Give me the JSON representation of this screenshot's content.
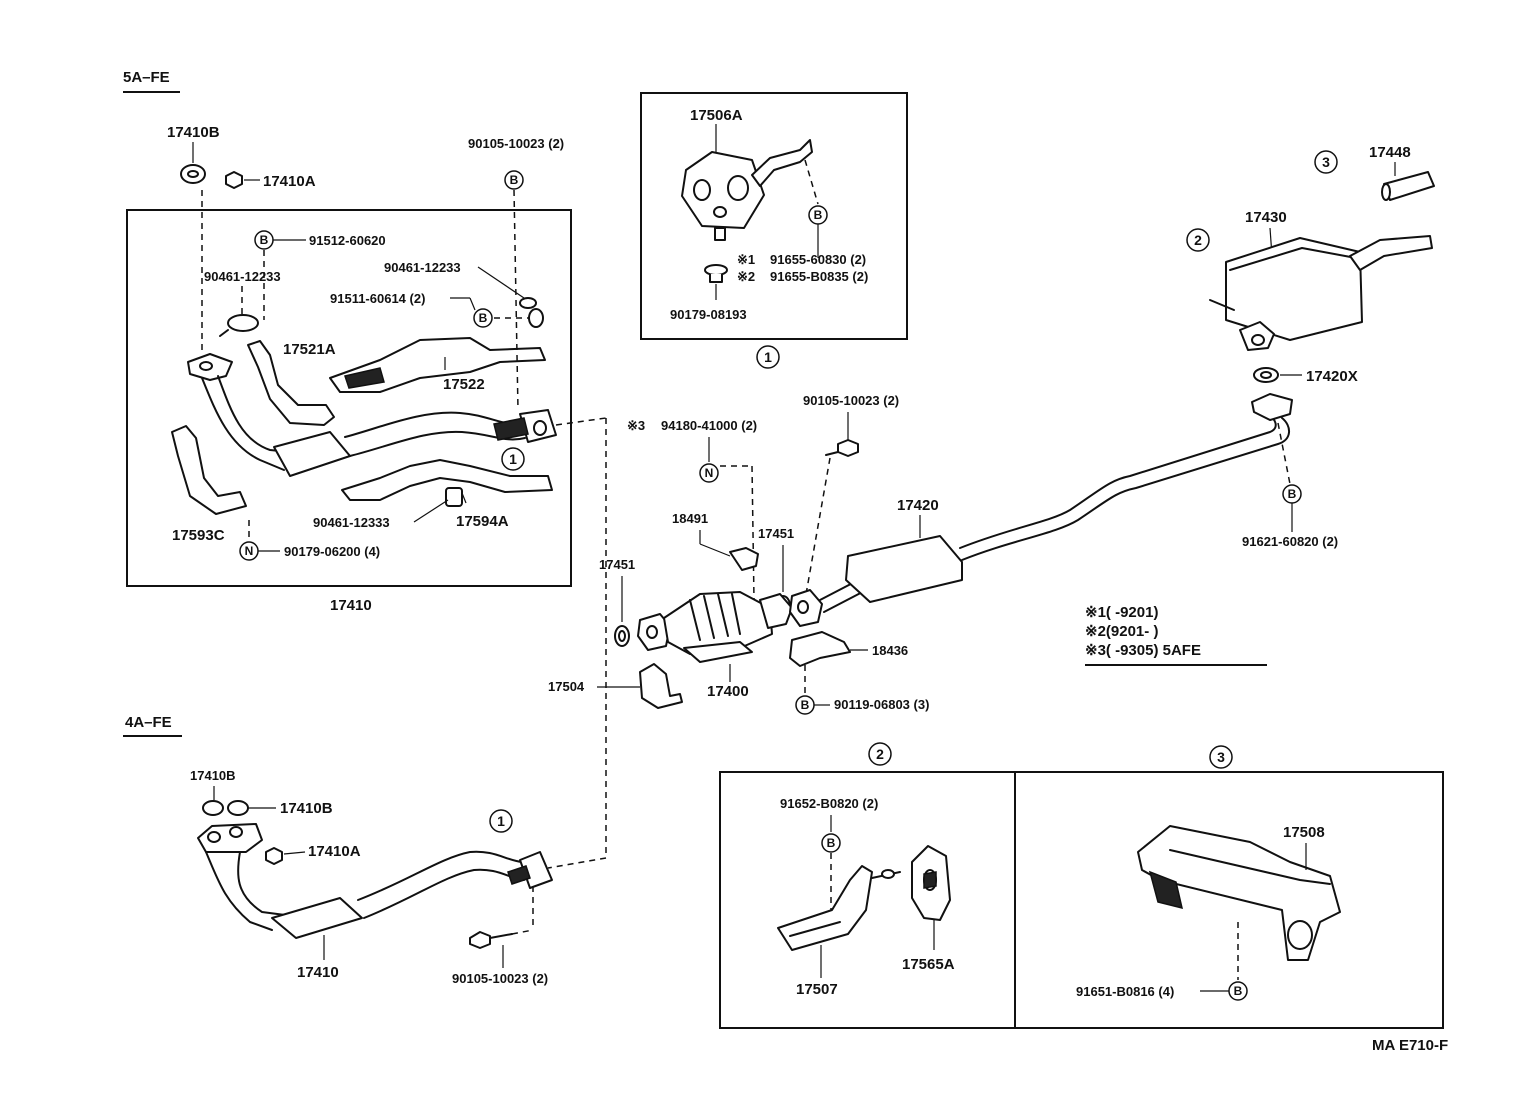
{
  "headers": {
    "engine_5afe": "5A–FE",
    "engine_4afe": "4A–FE"
  },
  "callouts": {
    "c1": "1",
    "c2": "2",
    "c3": "3"
  },
  "symbols": {
    "B": "B",
    "N": "N"
  },
  "parts": {
    "p17410B": "17410B",
    "p17410A": "17410A",
    "p91512_60620": "91512-60620",
    "p90461_12233": "90461-12233",
    "p17521A": "17521A",
    "p90105_10023": "90105-10023 (2)",
    "p90461_12233b": "90461-12233",
    "p91511_60614": "91511-60614 (2)",
    "p17522": "17522",
    "p90461_12333": "90461-12333",
    "p17594A": "17594A",
    "p17593C": "17593C",
    "p90179_06200": "90179-06200 (4)",
    "p17410_box": "17410",
    "p17506A": "17506A",
    "p91655_60830": "91655-60830 (2)",
    "p91655_B0835": "91655-B0835 (2)",
    "p90179_08193": "90179-08193",
    "x1_mark": "※1",
    "x2_mark": "※2",
    "x3_mark": "※3",
    "p94180_41000": "94180-41000 (2)",
    "p90105_10023_mid": "90105-10023 (2)",
    "p18491": "18491",
    "p17451a": "17451",
    "p17451b": "17451",
    "p17420": "17420",
    "p17504": "17504",
    "p17400": "17400",
    "p18436": "18436",
    "p90119_06803": "90119-06803 (3)",
    "p17448": "17448",
    "p17430": "17430",
    "p17420X": "17420X",
    "p91621_60820": "91621-60820 (2)",
    "p17410B_4a1": "17410B",
    "p17410B_4a2": "17410B",
    "p17410A_4a": "17410A",
    "p17410_4a": "17410",
    "p90105_10023_4a": "90105-10023 (2)",
    "p91652_B0820": "91652-B0820 (2)",
    "p17507": "17507",
    "p17565A": "17565A",
    "p17508": "17508",
    "p91651_B0816": "91651-B0816 (4)"
  },
  "notes": {
    "n1": "※1(        -9201)",
    "n2": "※2(9201-         )",
    "n3": "※3(        -9305) 5AFE"
  },
  "footer": "MA  E710-F"
}
